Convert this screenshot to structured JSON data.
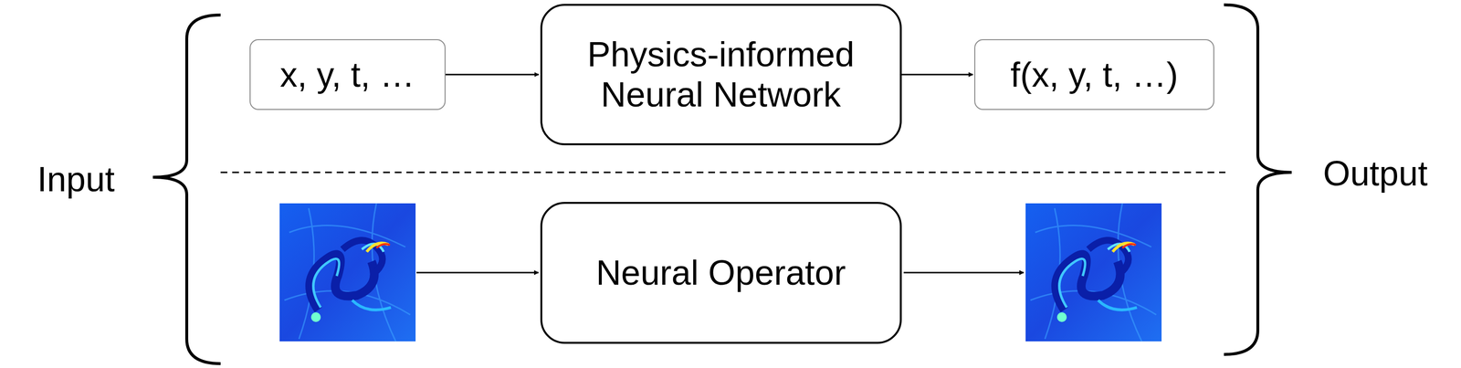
{
  "diagram": {
    "nodes": [
      {
        "text": [
          "x, y, t, …"
        ]
      },
      {
        "text": [
          "Physics-informed Neural Network"
        ]
      },
      {
        "text": [
          "f(x, y, t, …)"
        ]
      },
      {
        "text": [
          "Neural Operator"
        ]
      }
    ],
    "edges": [
      {
        "from": 0,
        "to": 1,
        "arrow": "to"
      },
      {
        "from": 1,
        "to": 2,
        "arrow": "to"
      }
    ],
    "labels": [
      "Input",
      "Output"
    ]
  }
}
